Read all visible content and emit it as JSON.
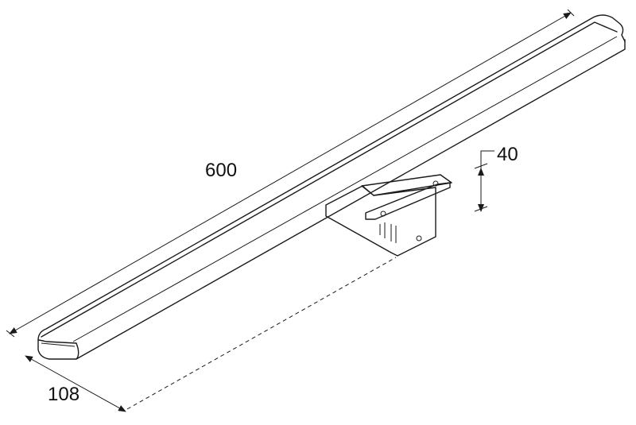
{
  "dimensions": {
    "length": "600",
    "depth": "108",
    "height": "40"
  }
}
